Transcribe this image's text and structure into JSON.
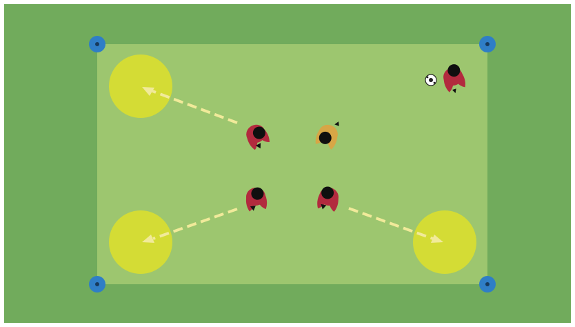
{
  "colors": {
    "frame": "#ffffff",
    "outer_field": "#71ab5c",
    "inner_field": "#9dc66f",
    "target_zone": "#d4dc35",
    "cone": "#2f7ec6",
    "cone_center": "#173a5d",
    "arrow": "#f1ea9a",
    "red_kit": "#b22a3e",
    "yellow_kit": "#d7a646",
    "player_head": "#0f0f0f",
    "ball": "#ffffff"
  },
  "diagram": {
    "cones": [
      "corner-top-left",
      "corner-top-right",
      "corner-bottom-left",
      "corner-bottom-right"
    ],
    "target_zones": [
      "top-left",
      "bottom-left",
      "bottom-right"
    ],
    "players": [
      {
        "team": "red",
        "role": "server-with-ball"
      },
      {
        "team": "red",
        "role": "passer-top-left"
      },
      {
        "team": "yellow",
        "role": "defender"
      },
      {
        "team": "red",
        "role": "passer-bottom-left"
      },
      {
        "team": "red",
        "role": "passer-bottom-right"
      }
    ],
    "arrows": [
      "to-top-left-zone",
      "to-bottom-left-zone",
      "to-bottom-right-zone"
    ],
    "arrow_style": "dashed"
  }
}
